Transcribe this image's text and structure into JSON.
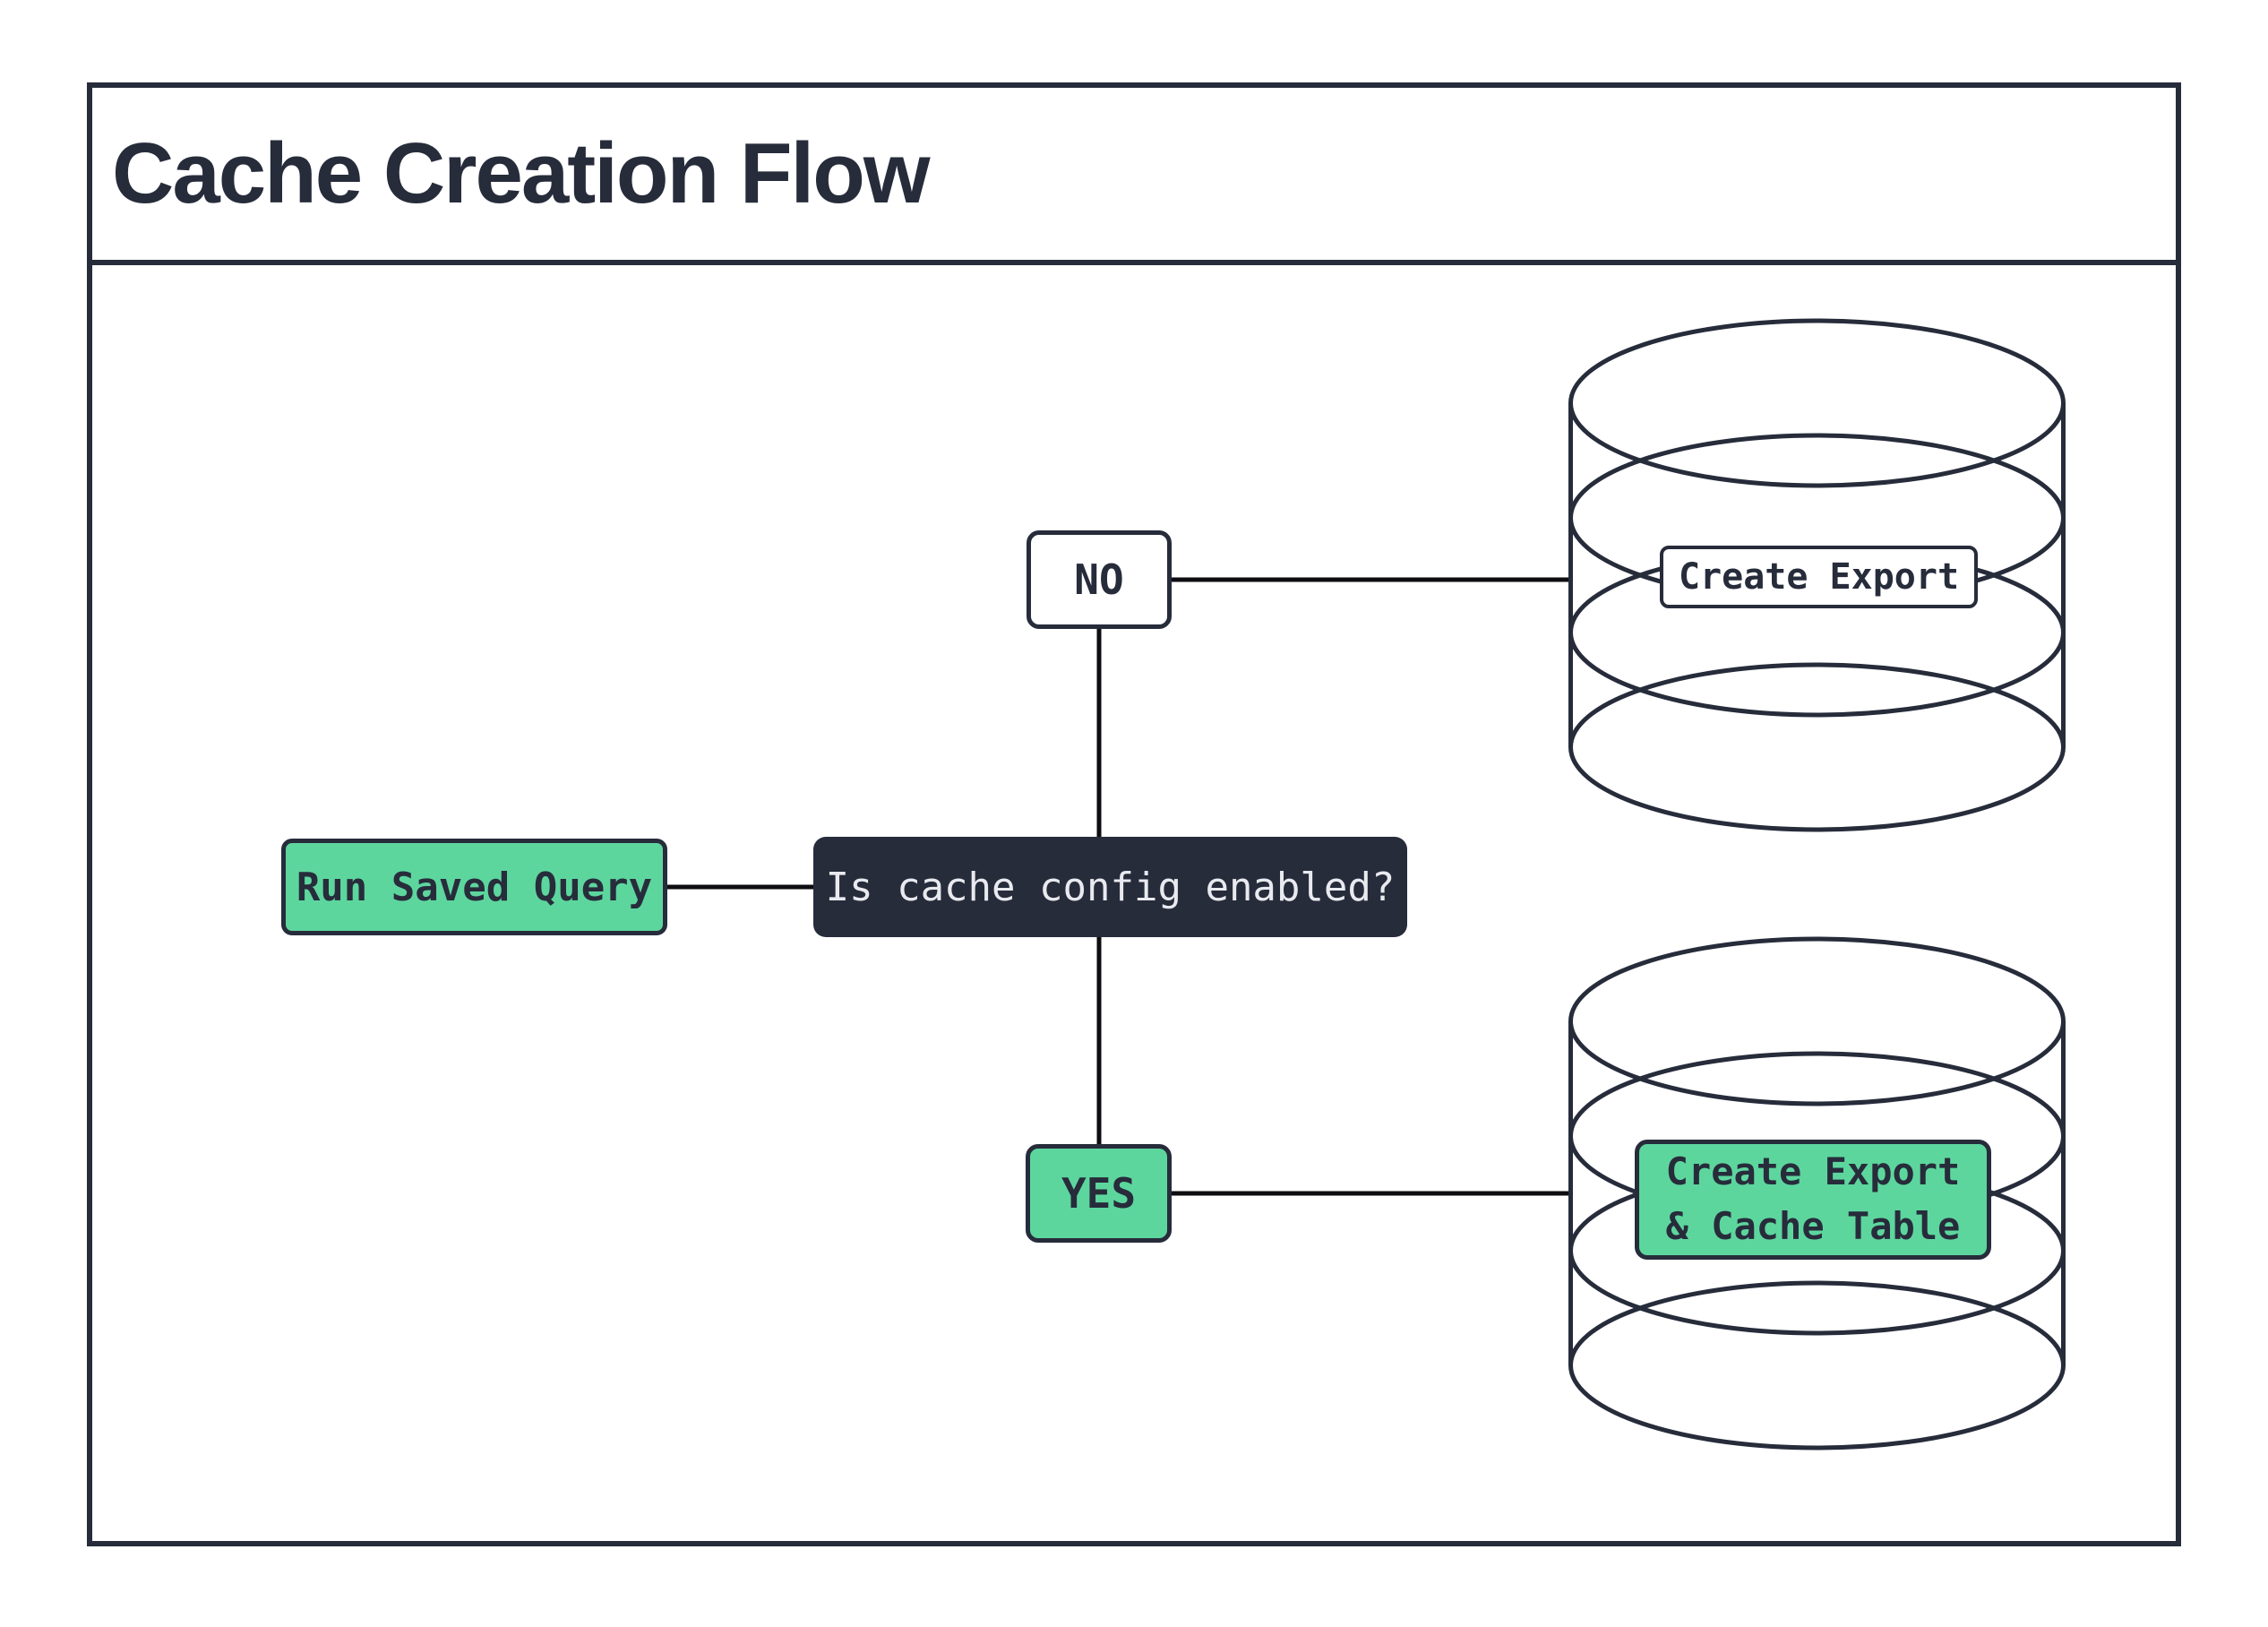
{
  "title": "Cache Creation Flow",
  "colors": {
    "ink": "#272c3b",
    "green": "#5dd69e",
    "connector": "#0d0d12",
    "light_text": "#e9eaf0",
    "background": "#ffffff"
  },
  "nodes": {
    "run_query": {
      "label": "Run Saved Query"
    },
    "decision": {
      "label": "Is cache config enabled?"
    },
    "no_branch": {
      "label": "NO"
    },
    "yes_branch": {
      "label": "YES"
    }
  },
  "databases": {
    "export_db": {
      "label": "Create Export"
    },
    "export_cache_db": {
      "label_line1": "Create Export",
      "label_line2": "& Cache Table"
    }
  }
}
